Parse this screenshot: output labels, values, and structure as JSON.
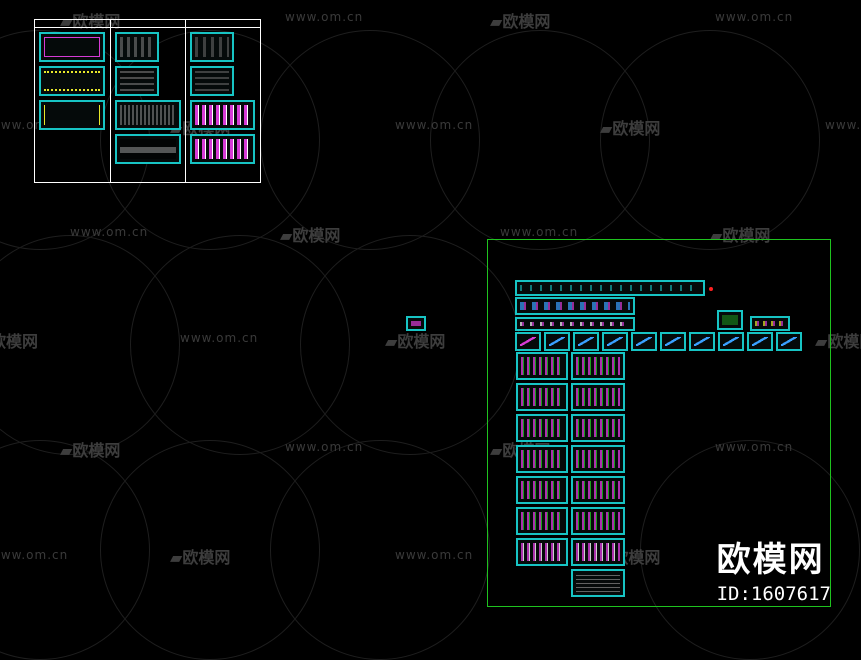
{
  "watermark": {
    "url_text": "www.om.cn",
    "cn_text": "欧模网"
  },
  "brand": {
    "logo": "欧模网",
    "id": "ID:1607617"
  },
  "colors": {
    "background": "#000000",
    "frame_white": "#ffffff",
    "frame_green": "#1fc21f",
    "sheet_cyan": "#17c4c4",
    "accent_magenta": "#d63bd6",
    "accent_yellow": "#e8e82a",
    "marker_red": "#ff2020"
  },
  "icons": {
    "watermark_logo": "sofa-logo-icon",
    "red_marker": "red-dot-icon"
  }
}
